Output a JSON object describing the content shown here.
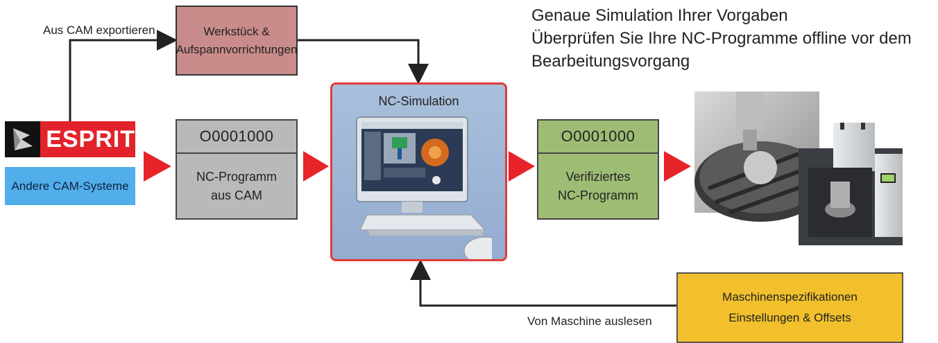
{
  "headline": {
    "line1": "Genaue Simulation Ihrer Vorgaben",
    "line2": "Überprüfen Sie Ihre NC-Programme offline vor dem",
    "line3": "Bearbeitungsvorgang"
  },
  "labels": {
    "export_cam": "Aus CAM exportieren",
    "read_machine": "Von Maschine auslesen"
  },
  "workpiece": {
    "line1": "Werkstück &",
    "line2": "Aufspannvorrichtungen"
  },
  "logo": {
    "text": "ESPRIT"
  },
  "other_cam": "Andere CAM-Systeme",
  "nc_program": {
    "code": "O0001000",
    "line1": "NC-Programm",
    "line2": "aus CAM"
  },
  "simulation": {
    "title": "NC-Simulation"
  },
  "verified": {
    "code": "O0001000",
    "line1": "Verifiziertes",
    "line2": "NC-Programm"
  },
  "machine_specs": {
    "line1": "Maschinenspezifikationen",
    "line2": "Einstellungen & Offsets"
  },
  "colors": {
    "arrow": "#e8232a",
    "workpiece": "#c98c8a",
    "nc_program": "#b9b9b9",
    "verified": "#9ebd74",
    "machine_specs": "#f2c02c",
    "other_cam": "#51aeea",
    "simulation_border": "#e33b3b"
  }
}
